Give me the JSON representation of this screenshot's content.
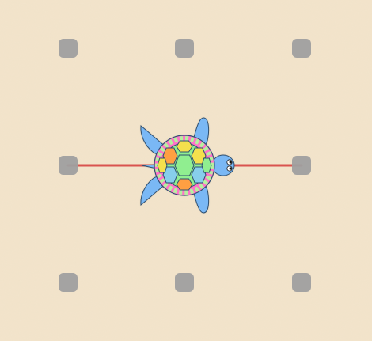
{
  "game": {
    "type": "turtle-path-puzzle",
    "grid": {
      "columns": 3,
      "rows": 3,
      "dot_color": "#9f9f9f"
    },
    "path": {
      "color": "#d9534f",
      "segments": [
        {
          "from": [
            0,
            1
          ],
          "to": [
            2,
            1
          ]
        }
      ]
    },
    "turtle": {
      "heading": "right",
      "shell_colors": [
        "#90ee90",
        "#87ceeb",
        "#f4e04d",
        "#ff9f43",
        "#ff7bd5"
      ],
      "body_color": "#7ab8f5",
      "rim_color": "#ff73c8"
    },
    "background": {
      "pattern": "sand",
      "base_color": "#f1e2c8"
    }
  }
}
